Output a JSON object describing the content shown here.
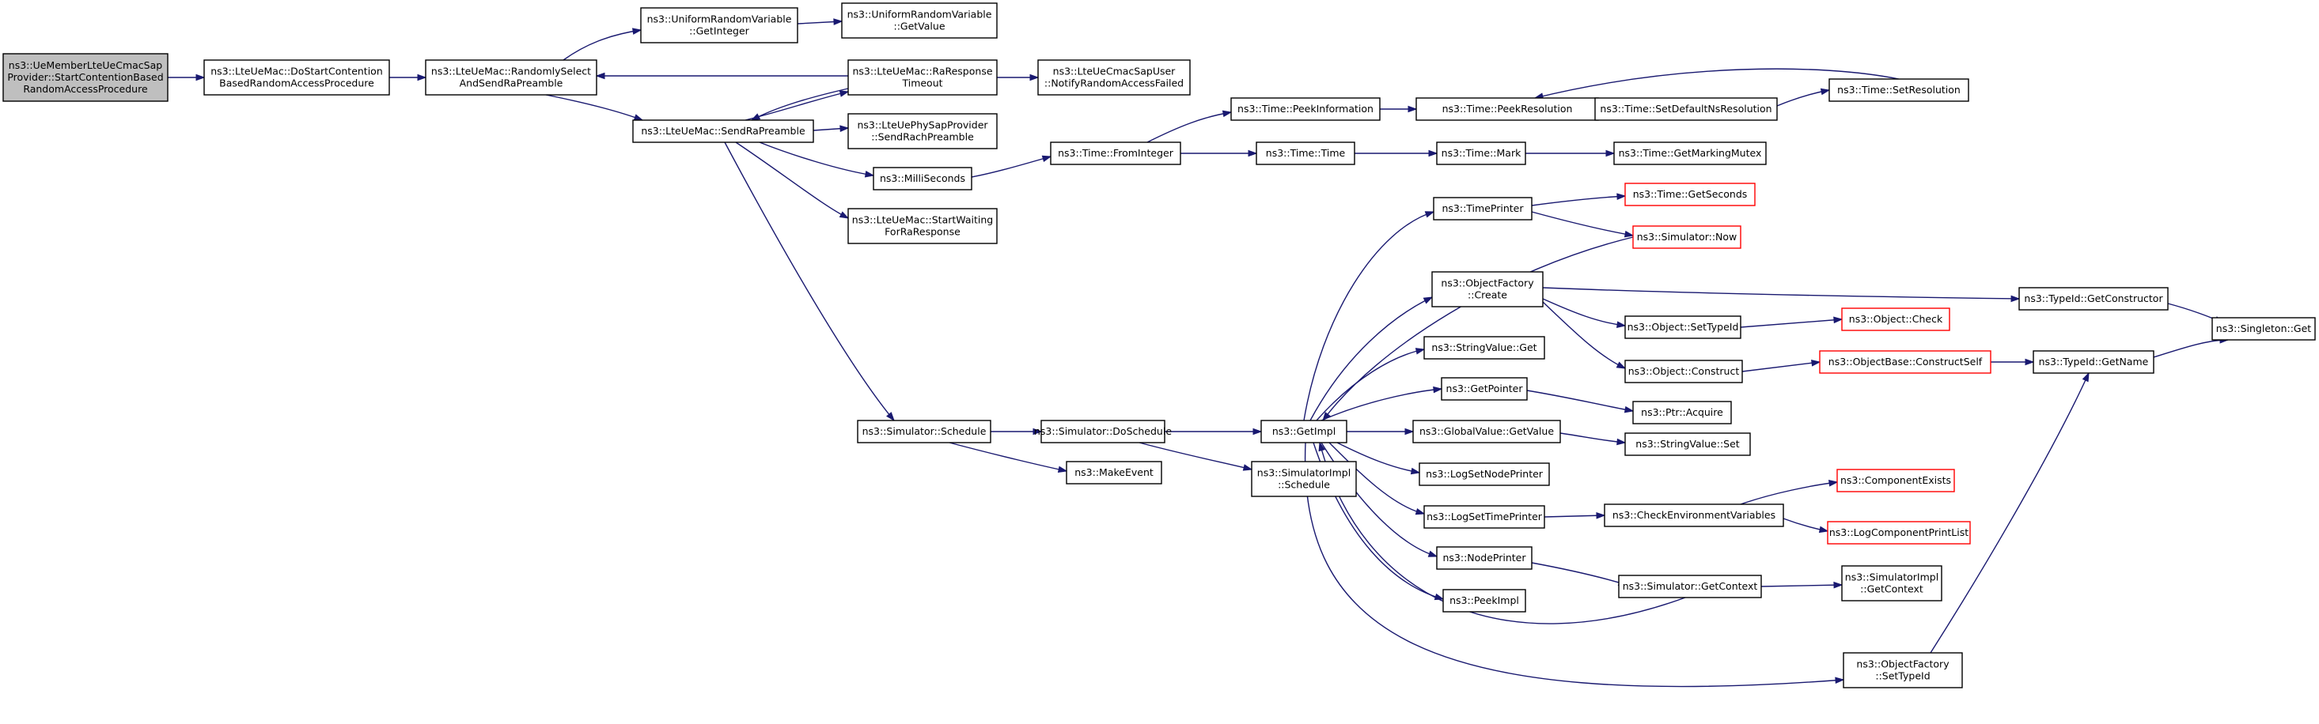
{
  "graph": {
    "nodes": [
      {
        "id": "n0",
        "lines": [
          "ns3::UeMemberLteUeCmacSap",
          "Provider::StartContentionBased",
          "RandomAccessProcedure"
        ],
        "style": "root"
      },
      {
        "id": "n1",
        "lines": [
          "ns3::LteUeMac::DoStartContention",
          "BasedRandomAccessProcedure"
        ],
        "style": "normal"
      },
      {
        "id": "n2",
        "lines": [
          "ns3::LteUeMac::RandomlySelect",
          "AndSendRaPreamble"
        ],
        "style": "normal"
      },
      {
        "id": "n3",
        "lines": [
          "ns3::UniformRandomVariable",
          "::GetInteger"
        ],
        "style": "normal"
      },
      {
        "id": "n4",
        "lines": [
          "ns3::UniformRandomVariable",
          "::GetValue"
        ],
        "style": "normal"
      },
      {
        "id": "n5",
        "lines": [
          "ns3::LteUeMac::RaResponse",
          "Timeout"
        ],
        "style": "normal"
      },
      {
        "id": "n6",
        "lines": [
          "ns3::LteUeCmacSapUser",
          "::NotifyRandomAccessFailed"
        ],
        "style": "normal"
      },
      {
        "id": "n7",
        "lines": [
          "ns3::LteUeMac::SendRaPreamble"
        ],
        "style": "normal"
      },
      {
        "id": "n8",
        "lines": [
          "ns3::LteUePhySapProvider",
          "::SendRachPreamble"
        ],
        "style": "normal"
      },
      {
        "id": "n9",
        "lines": [
          "ns3::MilliSeconds"
        ],
        "style": "normal"
      },
      {
        "id": "n10",
        "lines": [
          "ns3::LteUeMac::StartWaiting",
          "ForRaResponse"
        ],
        "style": "normal"
      },
      {
        "id": "n11",
        "lines": [
          "ns3::Time::FromInteger"
        ],
        "style": "normal"
      },
      {
        "id": "n12",
        "lines": [
          "ns3::Time::PeekInformation"
        ],
        "style": "normal"
      },
      {
        "id": "n13",
        "lines": [
          "ns3::Time::PeekResolution"
        ],
        "style": "normal"
      },
      {
        "id": "n14",
        "lines": [
          "ns3::Time::SetDefaultNsResolution"
        ],
        "style": "normal"
      },
      {
        "id": "n15",
        "lines": [
          "ns3::Time::SetResolution"
        ],
        "style": "normal"
      },
      {
        "id": "n16",
        "lines": [
          "ns3::Time::Time"
        ],
        "style": "normal"
      },
      {
        "id": "n17",
        "lines": [
          "ns3::Time::Mark"
        ],
        "style": "normal"
      },
      {
        "id": "n18",
        "lines": [
          "ns3::Time::GetMarkingMutex"
        ],
        "style": "normal"
      },
      {
        "id": "n19",
        "lines": [
          "ns3::Simulator::Schedule"
        ],
        "style": "normal"
      },
      {
        "id": "n20",
        "lines": [
          "ns3::Simulator::DoSchedule"
        ],
        "style": "normal"
      },
      {
        "id": "n21",
        "lines": [
          "ns3::MakeEvent"
        ],
        "style": "normal"
      },
      {
        "id": "n22",
        "lines": [
          "ns3::GetImpl"
        ],
        "style": "normal"
      },
      {
        "id": "n23",
        "lines": [
          "ns3::SimulatorImpl",
          "::Schedule"
        ],
        "style": "normal"
      },
      {
        "id": "n24",
        "lines": [
          "ns3::TimePrinter"
        ],
        "style": "normal"
      },
      {
        "id": "n25",
        "lines": [
          "ns3::Time::GetSeconds"
        ],
        "style": "red"
      },
      {
        "id": "n26",
        "lines": [
          "ns3::Simulator::Now"
        ],
        "style": "red"
      },
      {
        "id": "n27",
        "lines": [
          "ns3::ObjectFactory",
          "::Create"
        ],
        "style": "normal"
      },
      {
        "id": "n28",
        "lines": [
          "ns3::Object::SetTypeId"
        ],
        "style": "normal"
      },
      {
        "id": "n29",
        "lines": [
          "ns3::Object::Check"
        ],
        "style": "red"
      },
      {
        "id": "n30",
        "lines": [
          "ns3::Object::Construct"
        ],
        "style": "normal"
      },
      {
        "id": "n31",
        "lines": [
          "ns3::ObjectBase::ConstructSelf"
        ],
        "style": "red"
      },
      {
        "id": "n32",
        "lines": [
          "ns3::TypeId::GetConstructor"
        ],
        "style": "normal"
      },
      {
        "id": "n33",
        "lines": [
          "ns3::Singleton::Get"
        ],
        "style": "normal"
      },
      {
        "id": "n34",
        "lines": [
          "ns3::TypeId::GetName"
        ],
        "style": "normal"
      },
      {
        "id": "n35",
        "lines": [
          "ns3::StringValue::Get"
        ],
        "style": "normal"
      },
      {
        "id": "n36",
        "lines": [
          "ns3::GetPointer"
        ],
        "style": "normal"
      },
      {
        "id": "n37",
        "lines": [
          "ns3::Ptr::Acquire"
        ],
        "style": "normal"
      },
      {
        "id": "n38",
        "lines": [
          "ns3::GlobalValue::GetValue"
        ],
        "style": "normal"
      },
      {
        "id": "n39",
        "lines": [
          "ns3::StringValue::Set"
        ],
        "style": "normal"
      },
      {
        "id": "n40",
        "lines": [
          "ns3::LogSetNodePrinter"
        ],
        "style": "normal"
      },
      {
        "id": "n41",
        "lines": [
          "ns3::LogSetTimePrinter"
        ],
        "style": "normal"
      },
      {
        "id": "n42",
        "lines": [
          "ns3::CheckEnvironmentVariables"
        ],
        "style": "normal"
      },
      {
        "id": "n43",
        "lines": [
          "ns3::ComponentExists"
        ],
        "style": "red"
      },
      {
        "id": "n44",
        "lines": [
          "ns3::LogComponentPrintList"
        ],
        "style": "red"
      },
      {
        "id": "n45",
        "lines": [
          "ns3::NodePrinter"
        ],
        "style": "normal"
      },
      {
        "id": "n46",
        "lines": [
          "ns3::Simulator::GetContext"
        ],
        "style": "normal"
      },
      {
        "id": "n47",
        "lines": [
          "ns3::SimulatorImpl",
          "::GetContext"
        ],
        "style": "normal"
      },
      {
        "id": "n48",
        "lines": [
          "ns3::PeekImpl"
        ],
        "style": "normal"
      },
      {
        "id": "n49",
        "lines": [
          "ns3::ObjectFactory",
          "::SetTypeId"
        ],
        "style": "normal"
      }
    ],
    "edges": [
      {
        "from": "n0",
        "to": "n1"
      },
      {
        "from": "n1",
        "to": "n2"
      },
      {
        "from": "n2",
        "to": "n3"
      },
      {
        "from": "n2",
        "to": "n7"
      },
      {
        "from": "n3",
        "to": "n4"
      },
      {
        "from": "n5",
        "to": "n2"
      },
      {
        "from": "n5",
        "to": "n6"
      },
      {
        "from": "n5",
        "to": "n7"
      },
      {
        "from": "n7",
        "to": "n5"
      },
      {
        "from": "n7",
        "to": "n8"
      },
      {
        "from": "n7",
        "to": "n9"
      },
      {
        "from": "n7",
        "to": "n10"
      },
      {
        "from": "n7",
        "to": "n19"
      },
      {
        "from": "n9",
        "to": "n11"
      },
      {
        "from": "n11",
        "to": "n12"
      },
      {
        "from": "n11",
        "to": "n16"
      },
      {
        "from": "n12",
        "to": "n13"
      },
      {
        "from": "n13",
        "to": "n14"
      },
      {
        "from": "n14",
        "to": "n15"
      },
      {
        "from": "n15",
        "to": "n13"
      },
      {
        "from": "n16",
        "to": "n17"
      },
      {
        "from": "n17",
        "to": "n18"
      },
      {
        "from": "n19",
        "to": "n20"
      },
      {
        "from": "n19",
        "to": "n21"
      },
      {
        "from": "n20",
        "to": "n22"
      },
      {
        "from": "n20",
        "to": "n23"
      },
      {
        "from": "n22",
        "to": "n24"
      },
      {
        "from": "n22",
        "to": "n27"
      },
      {
        "from": "n22",
        "to": "n35"
      },
      {
        "from": "n22",
        "to": "n36"
      },
      {
        "from": "n22",
        "to": "n38"
      },
      {
        "from": "n22",
        "to": "n40"
      },
      {
        "from": "n22",
        "to": "n41"
      },
      {
        "from": "n22",
        "to": "n45"
      },
      {
        "from": "n22",
        "to": "n48"
      },
      {
        "from": "n22",
        "to": "n49"
      },
      {
        "from": "n24",
        "to": "n25"
      },
      {
        "from": "n24",
        "to": "n26"
      },
      {
        "from": "n26",
        "to": "n22"
      },
      {
        "from": "n27",
        "to": "n28"
      },
      {
        "from": "n27",
        "to": "n30"
      },
      {
        "from": "n27",
        "to": "n32"
      },
      {
        "from": "n28",
        "to": "n29"
      },
      {
        "from": "n30",
        "to": "n31"
      },
      {
        "from": "n31",
        "to": "n34"
      },
      {
        "from": "n32",
        "to": "n33"
      },
      {
        "from": "n34",
        "to": "n33"
      },
      {
        "from": "n36",
        "to": "n37"
      },
      {
        "from": "n38",
        "to": "n39"
      },
      {
        "from": "n41",
        "to": "n42"
      },
      {
        "from": "n42",
        "to": "n43"
      },
      {
        "from": "n42",
        "to": "n44"
      },
      {
        "from": "n45",
        "to": "n46"
      },
      {
        "from": "n46",
        "to": "n22"
      },
      {
        "from": "n46",
        "to": "n47"
      },
      {
        "from": "n49",
        "to": "n34"
      }
    ]
  }
}
